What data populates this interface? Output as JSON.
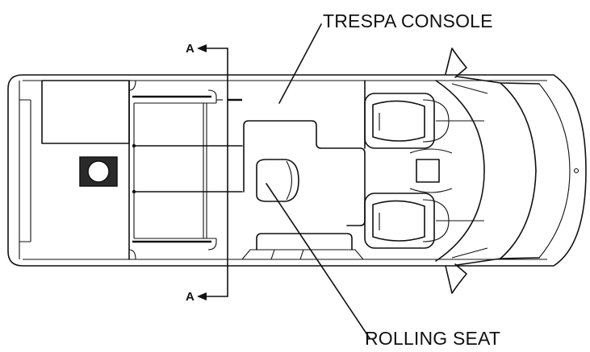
{
  "labels": {
    "console": "TRESPA CONSOLE",
    "rolling_seat": "ROLLING SEAT",
    "section_top": "A",
    "section_bottom": "A"
  }
}
